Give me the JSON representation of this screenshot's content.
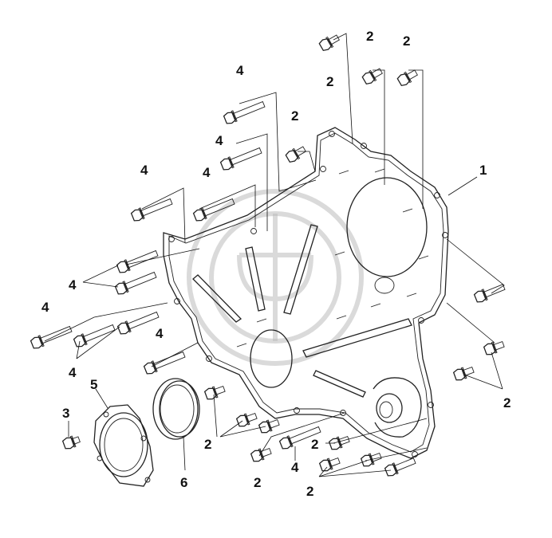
{
  "callouts": {
    "c1": "1",
    "c2a": "2",
    "c2b": "2",
    "c2c": "2",
    "c2d": "2",
    "c2e": "2",
    "c2f": "2",
    "c2g": "2",
    "c2h": "2",
    "c2i": "2",
    "c3": "3",
    "c4a": "4",
    "c4b": "4",
    "c4c": "4",
    "c4d": "4",
    "c4e": "4",
    "c4f": "4",
    "c4g": "4",
    "c4h": "4",
    "c4i": "4",
    "c5": "5",
    "c6": "6"
  }
}
